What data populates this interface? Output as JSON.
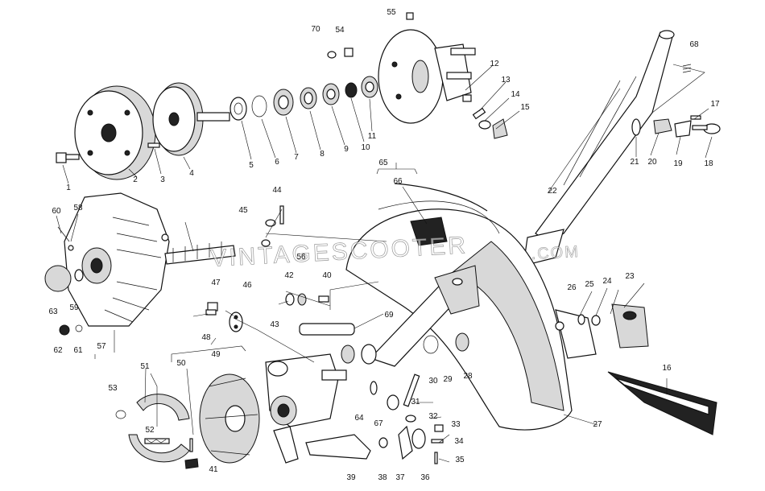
{
  "watermark": {
    "main": "VINTAGESCOOTER",
    "suffix": ".COM"
  },
  "callouts": [
    "1",
    "2",
    "3",
    "4",
    "5",
    "6",
    "7",
    "8",
    "9",
    "10",
    "11",
    "12",
    "13",
    "14",
    "15",
    "16",
    "17",
    "18",
    "19",
    "20",
    "21",
    "22",
    "23",
    "24",
    "25",
    "26",
    "27",
    "28",
    "29",
    "30",
    "31",
    "32",
    "33",
    "34",
    "35",
    "36",
    "37",
    "38",
    "39",
    "40",
    "41",
    "42",
    "43",
    "44",
    "45",
    "46",
    "47",
    "48",
    "49",
    "50",
    "51",
    "52",
    "53",
    "54",
    "55",
    "56",
    "57",
    "58",
    "59",
    "60",
    "61",
    "62",
    "63",
    "64",
    "65",
    "66",
    "67",
    "68",
    "69",
    "70"
  ]
}
